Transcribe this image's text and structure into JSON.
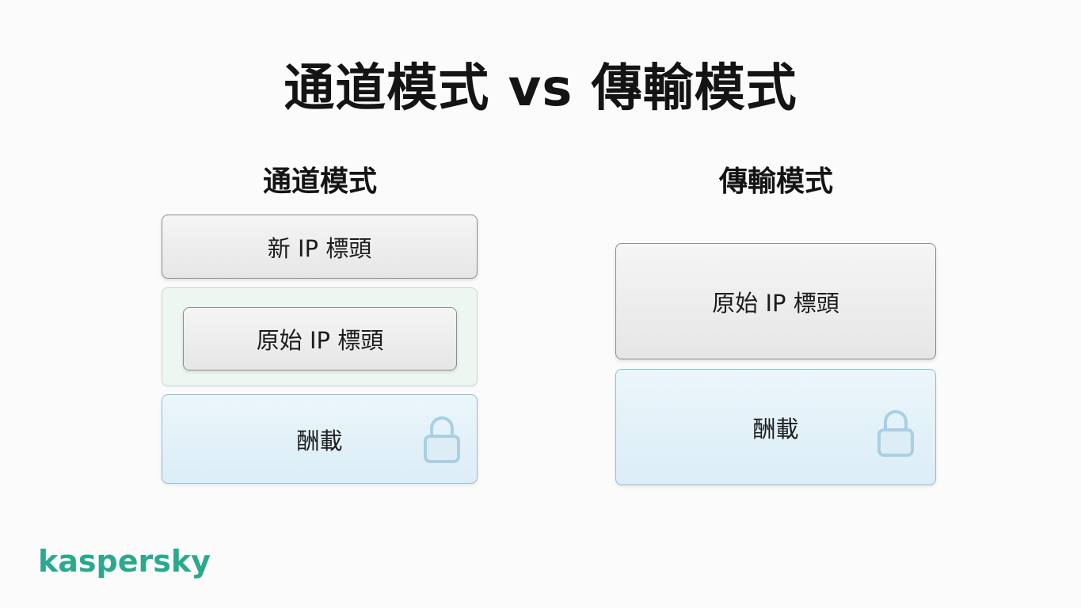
{
  "title": "通道模式 vs 傳輸模式",
  "tunnel": {
    "heading": "通道模式",
    "new_header": "新 IP 標頭",
    "original_header": "原始 IP 標頭",
    "payload": "酬載"
  },
  "transport": {
    "heading": "傳輸模式",
    "original_header": "原始 IP 標頭",
    "payload": "酬載"
  },
  "icons": {
    "payload_lock": "lock-icon"
  },
  "colors": {
    "header_box": "#e9e9e9",
    "payload_box": "#e2f1f8",
    "encapsulation_box": "#eef6f2",
    "brand": "#2aa98f"
  },
  "brand": {
    "name": "kaspersky"
  }
}
